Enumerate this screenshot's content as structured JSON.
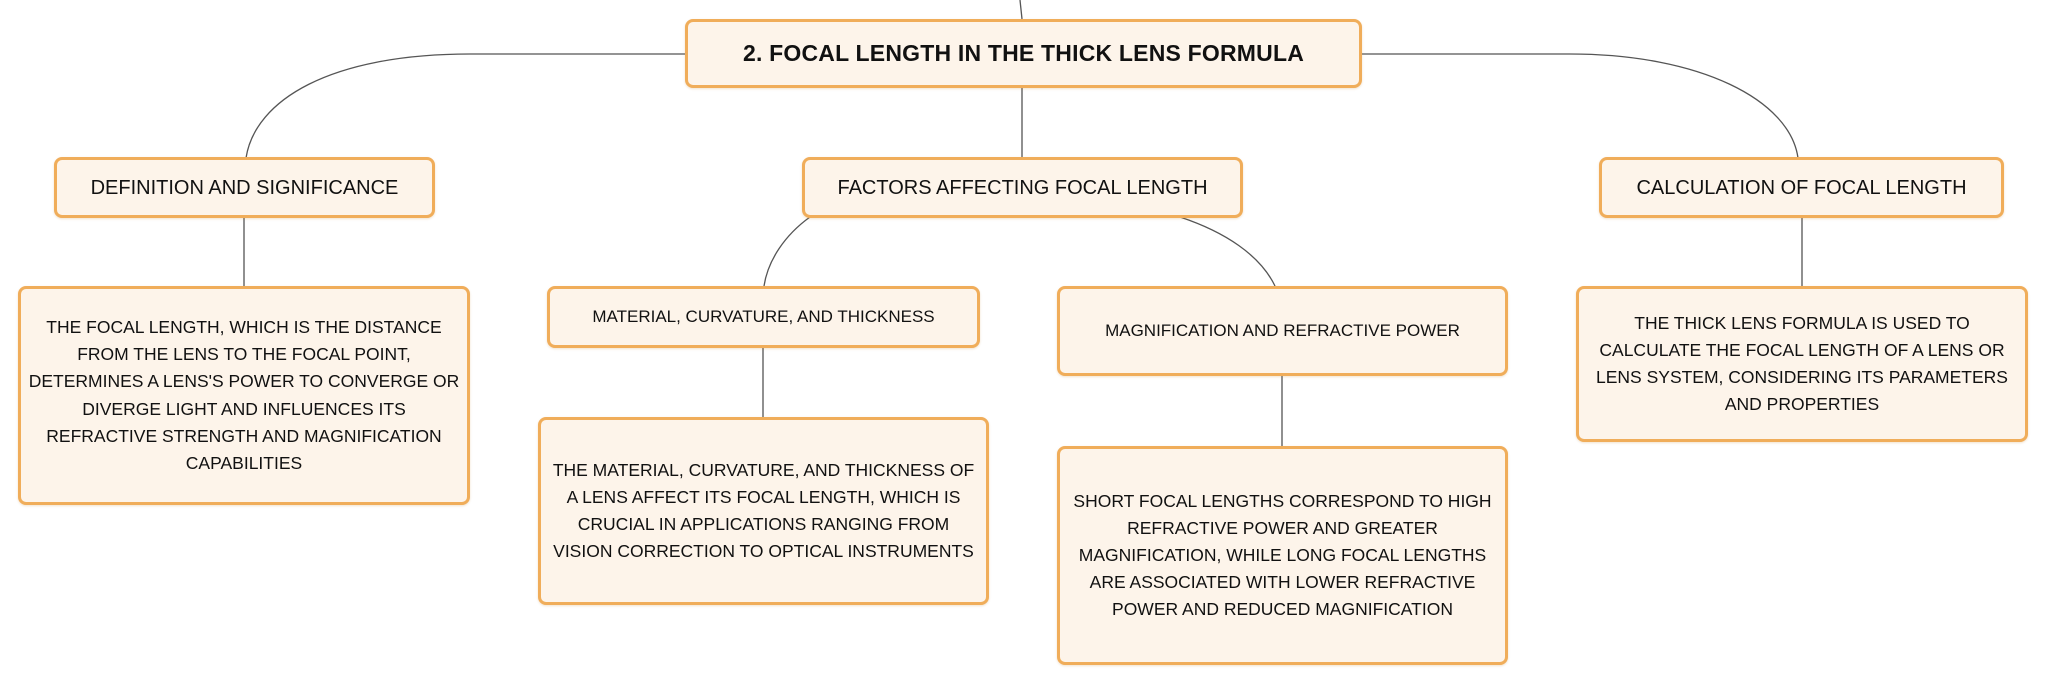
{
  "diagram": {
    "root": {
      "label": "2. FOCAL LENGTH IN THE THICK LENS FORMULA"
    },
    "branches": {
      "definition": {
        "label": "DEFINITION AND SIGNIFICANCE",
        "detail": "THE FOCAL LENGTH, WHICH IS THE DISTANCE FROM THE LENS TO THE FOCAL POINT, DETERMINES A LENS'S POWER TO CONVERGE OR DIVERGE LIGHT AND INFLUENCES ITS REFRACTIVE STRENGTH AND MAGNIFICATION CAPABILITIES"
      },
      "factors": {
        "label": "FACTORS AFFECTING FOCAL LENGTH",
        "material": {
          "label": "MATERIAL, CURVATURE, AND THICKNESS",
          "detail": "THE MATERIAL, CURVATURE, AND THICKNESS OF A LENS AFFECT ITS FOCAL LENGTH, WHICH IS CRUCIAL IN APPLICATIONS RANGING FROM VISION CORRECTION TO OPTICAL INSTRUMENTS"
        },
        "magnification": {
          "label": "MAGNIFICATION AND REFRACTIVE POWER",
          "detail": "SHORT FOCAL LENGTHS CORRESPOND TO HIGH REFRACTIVE POWER AND GREATER MAGNIFICATION, WHILE LONG FOCAL LENGTHS ARE ASSOCIATED WITH LOWER REFRACTIVE POWER AND REDUCED MAGNIFICATION"
        }
      },
      "calculation": {
        "label": "CALCULATION OF FOCAL LENGTH",
        "detail": "THE THICK LENS FORMULA IS USED TO CALCULATE THE FOCAL LENGTH OF A LENS OR LENS SYSTEM, CONSIDERING ITS PARAMETERS AND PROPERTIES"
      }
    },
    "colors": {
      "node_border": "#f0ad5a",
      "node_fill": "#fdf4ea",
      "connector": "#555555"
    }
  }
}
